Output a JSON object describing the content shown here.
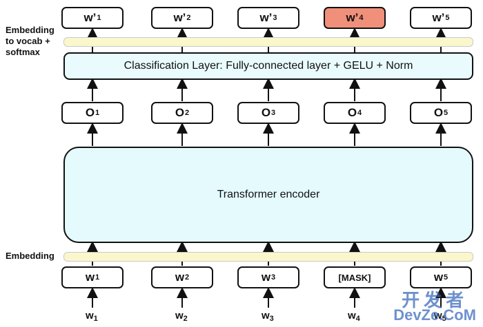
{
  "outputs": [
    {
      "base": "w’",
      "sub": "1",
      "highlight": false
    },
    {
      "base": "w’",
      "sub": "2",
      "highlight": false
    },
    {
      "base": "w’",
      "sub": "3",
      "highlight": false
    },
    {
      "base": "w’",
      "sub": "4",
      "highlight": true
    },
    {
      "base": "w’",
      "sub": "5",
      "highlight": false
    }
  ],
  "hidden": [
    {
      "base": "O",
      "sub": "1"
    },
    {
      "base": "O",
      "sub": "2"
    },
    {
      "base": "O",
      "sub": "3"
    },
    {
      "base": "O",
      "sub": "4"
    },
    {
      "base": "O",
      "sub": "5"
    }
  ],
  "inputs": [
    {
      "base": "w",
      "sub": "1"
    },
    {
      "base": "w",
      "sub": "2"
    },
    {
      "base": "w",
      "sub": "3"
    },
    {
      "base": "[MASK]",
      "sub": ""
    },
    {
      "base": "w",
      "sub": "5"
    }
  ],
  "bottom_tokens": [
    {
      "base": "w",
      "sub": "1"
    },
    {
      "base": "w",
      "sub": "2"
    },
    {
      "base": "w",
      "sub": "3"
    },
    {
      "base": "w",
      "sub": "4"
    },
    {
      "base": "w",
      "sub": "5"
    }
  ],
  "labels": {
    "embed_softmax": [
      "Embedding",
      "to vocab +",
      "softmax"
    ],
    "embedding": "Embedding",
    "classification": "Classification Layer: Fully-connected layer + GELU + Norm",
    "encoder": "Transformer encoder"
  },
  "colors": {
    "highlight": "#f0907a",
    "embedding_bar": "#fbf7cc",
    "layer_fill": "#e9fbfd"
  },
  "watermark": {
    "line1": "开发者",
    "line2": "DevZe.CoM"
  }
}
